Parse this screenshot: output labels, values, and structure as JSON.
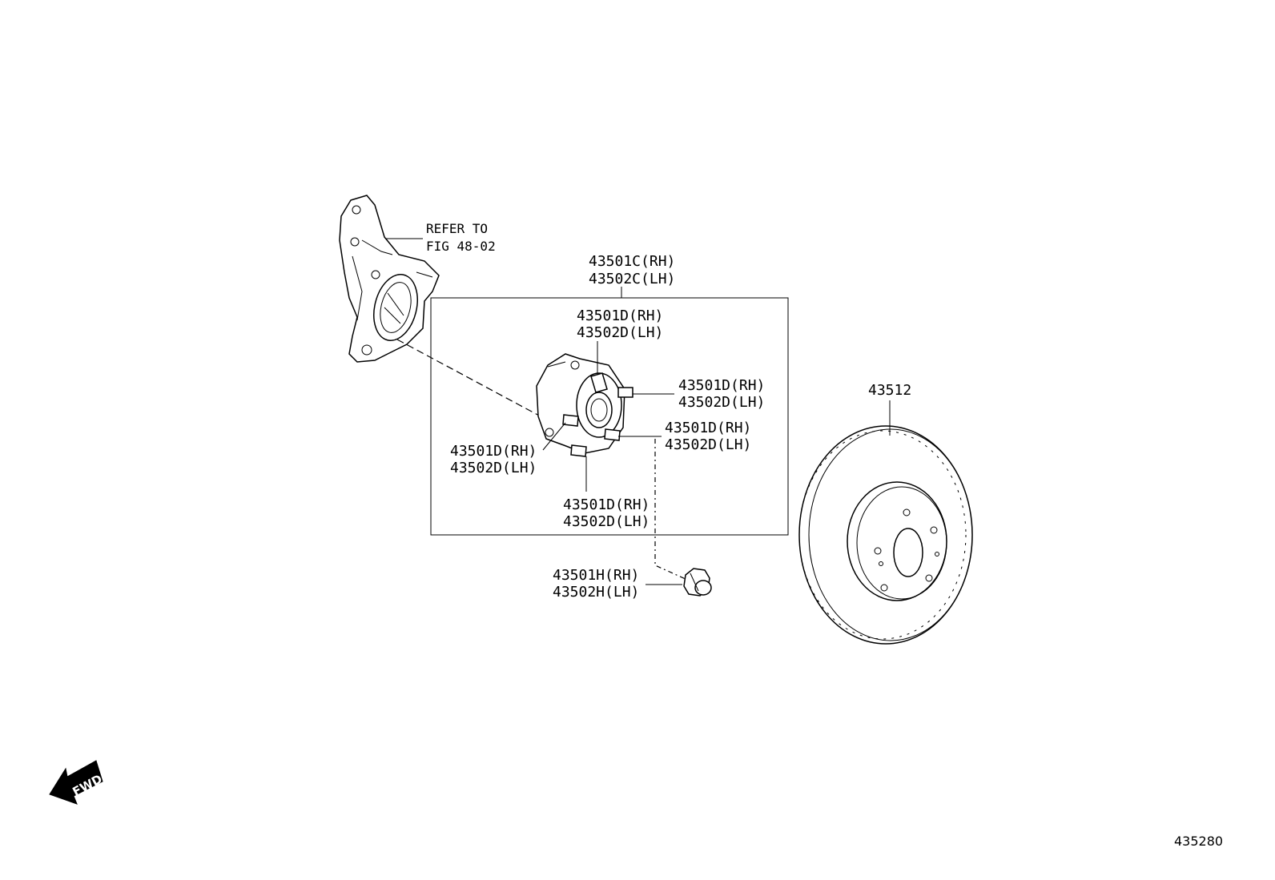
{
  "refer_note": [
    "REFER TO",
    "FIG 48-02"
  ],
  "hub_assembly_label": [
    "43501C(RH)",
    "43502C(LH)"
  ],
  "hub_bolt_label_top": [
    "43501D(RH)",
    "43502D(LH)"
  ],
  "hub_bolt_label_right_upper": [
    "43501D(RH)",
    "43502D(LH)"
  ],
  "hub_bolt_label_right_lower": [
    "43501D(RH)",
    "43502D(LH)"
  ],
  "hub_bolt_label_left": [
    "43501D(RH)",
    "43502D(LH)"
  ],
  "hub_bolt_label_bottom": [
    "43501D(RH)",
    "43502D(LH)"
  ],
  "hub_nut_label": [
    "43501H(RH)",
    "43502H(LH)"
  ],
  "disc_label": "43512",
  "fwd_arrow": "FWD",
  "figure_code": "435280",
  "icons": [
    "steering-knuckle-icon",
    "axle-hub-icon",
    "hub-bolt-icon",
    "hub-nut-icon",
    "brake-disc-icon",
    "forward-arrow-icon"
  ]
}
